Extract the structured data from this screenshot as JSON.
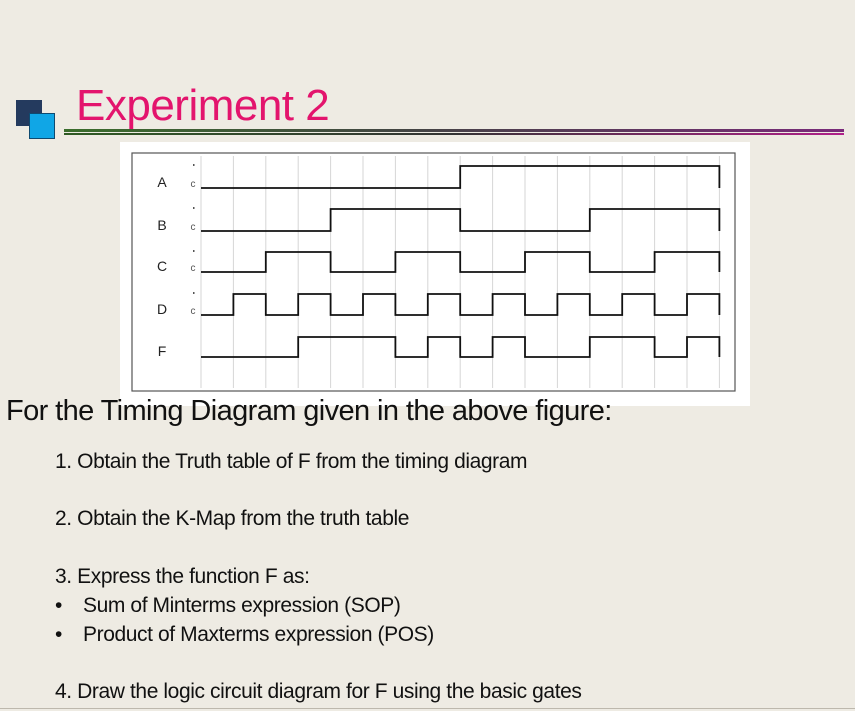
{
  "slide": {
    "title": "Experiment 2",
    "lead": "For the Timing Diagram given in the above figure:",
    "steps": {
      "s1": "1. Obtain the Truth table of F from the timing diagram",
      "s2": "2. Obtain the K-Map from the truth table",
      "s3": "3. Express the function F as:",
      "b1": "Sum of Minterms expression (SOP)",
      "b2": "Product of Maxterms expression (POS)",
      "s4": "4. Draw the logic circuit diagram for F using the basic gates"
    },
    "bullet_char": "•"
  },
  "timing": {
    "signals": [
      {
        "name": "A",
        "marker": "c",
        "bits": [
          0,
          0,
          0,
          0,
          0,
          0,
          0,
          0,
          1,
          1,
          1,
          1,
          1,
          1,
          1,
          1
        ]
      },
      {
        "name": "B",
        "marker": "c",
        "bits": [
          0,
          0,
          0,
          0,
          1,
          1,
          1,
          1,
          0,
          0,
          0,
          0,
          1,
          1,
          1,
          1
        ]
      },
      {
        "name": "C",
        "marker": "c",
        "bits": [
          0,
          0,
          1,
          1,
          0,
          0,
          1,
          1,
          0,
          0,
          1,
          1,
          0,
          0,
          1,
          1
        ]
      },
      {
        "name": "D",
        "marker": "c",
        "bits": [
          0,
          1,
          0,
          1,
          0,
          1,
          0,
          1,
          0,
          1,
          0,
          1,
          0,
          1,
          0,
          1
        ]
      },
      {
        "name": "F",
        "marker": "",
        "bits": [
          0,
          0,
          0,
          1,
          1,
          1,
          0,
          1,
          0,
          1,
          0,
          0,
          1,
          1,
          0,
          1
        ]
      }
    ]
  },
  "colors": {
    "title": "#e3146d",
    "logo_dark": "#243a5e",
    "logo_light": "#10a6e6",
    "background": "#eeebe3"
  }
}
